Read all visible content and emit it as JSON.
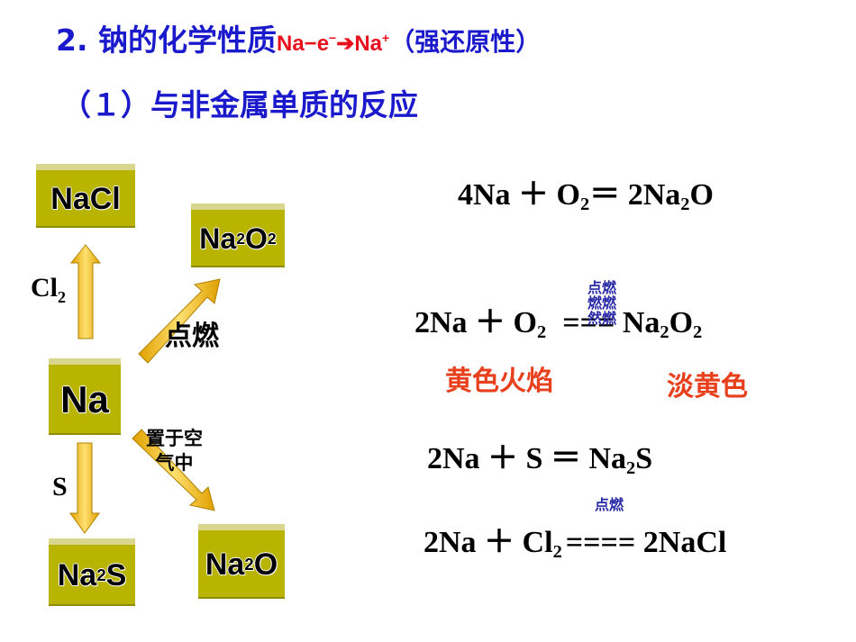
{
  "title": {
    "main": "2. 钠的化学性质",
    "formula_pre": "Na−e",
    "formula_sup": "−",
    "formula_mid": "➔Na",
    "formula_sup2": "+",
    "note": "（强还原性）"
  },
  "subtitle": "（１）与非金属单质的反应",
  "diagram": {
    "nacl": "NaCl",
    "na2o2": {
      "a": "Na",
      "b": "2",
      "c": "O",
      "d": "2"
    },
    "na": "Na",
    "na2o": {
      "a": "Na",
      "b": "2",
      "c": "O"
    },
    "na2s": {
      "a": "Na",
      "b": "2",
      "c": "S"
    },
    "cl2": {
      "a": "Cl",
      "b": "2"
    },
    "s": "S",
    "ignite": "点燃",
    "air_line1": "置于空",
    "air_line2": "气中"
  },
  "equations": {
    "eq1": {
      "p1": "4Na ＋ O",
      "s1": "2",
      "p2": "＝ 2Na",
      "s2": "2",
      "p3": "O"
    },
    "eq2": {
      "p1": "2Na ＋ O",
      "s1": "2",
      "p2": "===  Na",
      "s2": "2",
      "p3": "O",
      "s3": "2",
      "cond1": "点燃",
      "cond2": "燃燃",
      "cond3": "然燃"
    },
    "eq2_notes": {
      "flame": "黄色火焰",
      "color": "淡黄色"
    },
    "eq3": {
      "p1": "2Na ＋ S ＝ Na",
      "s1": "2",
      "p2": "S"
    },
    "eq4": {
      "p1": "2Na ＋ Cl",
      "s1": "2",
      "p2": "====  2NaCl",
      "cond": "点燃"
    }
  },
  "colors": {
    "title": "#1a1acc",
    "box": "#b8b400",
    "arrow": "#f6c21a",
    "red": "#e8401c"
  }
}
